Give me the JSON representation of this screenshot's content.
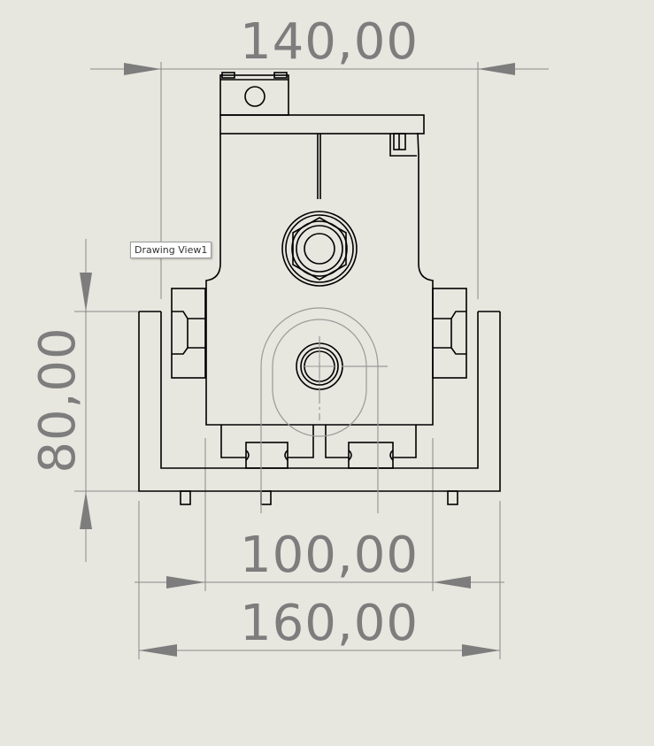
{
  "tooltip": {
    "label": "Drawing View1"
  },
  "dimensions": {
    "top_width": "140,00",
    "left_height": "80,00",
    "inner_width": "100,00",
    "bottom_width": "160,00"
  },
  "colors": {
    "background": "#e7e6df",
    "geometry": "#000000",
    "dimension": "#7d7d7d",
    "hidden_line": "#9a9a9a"
  }
}
